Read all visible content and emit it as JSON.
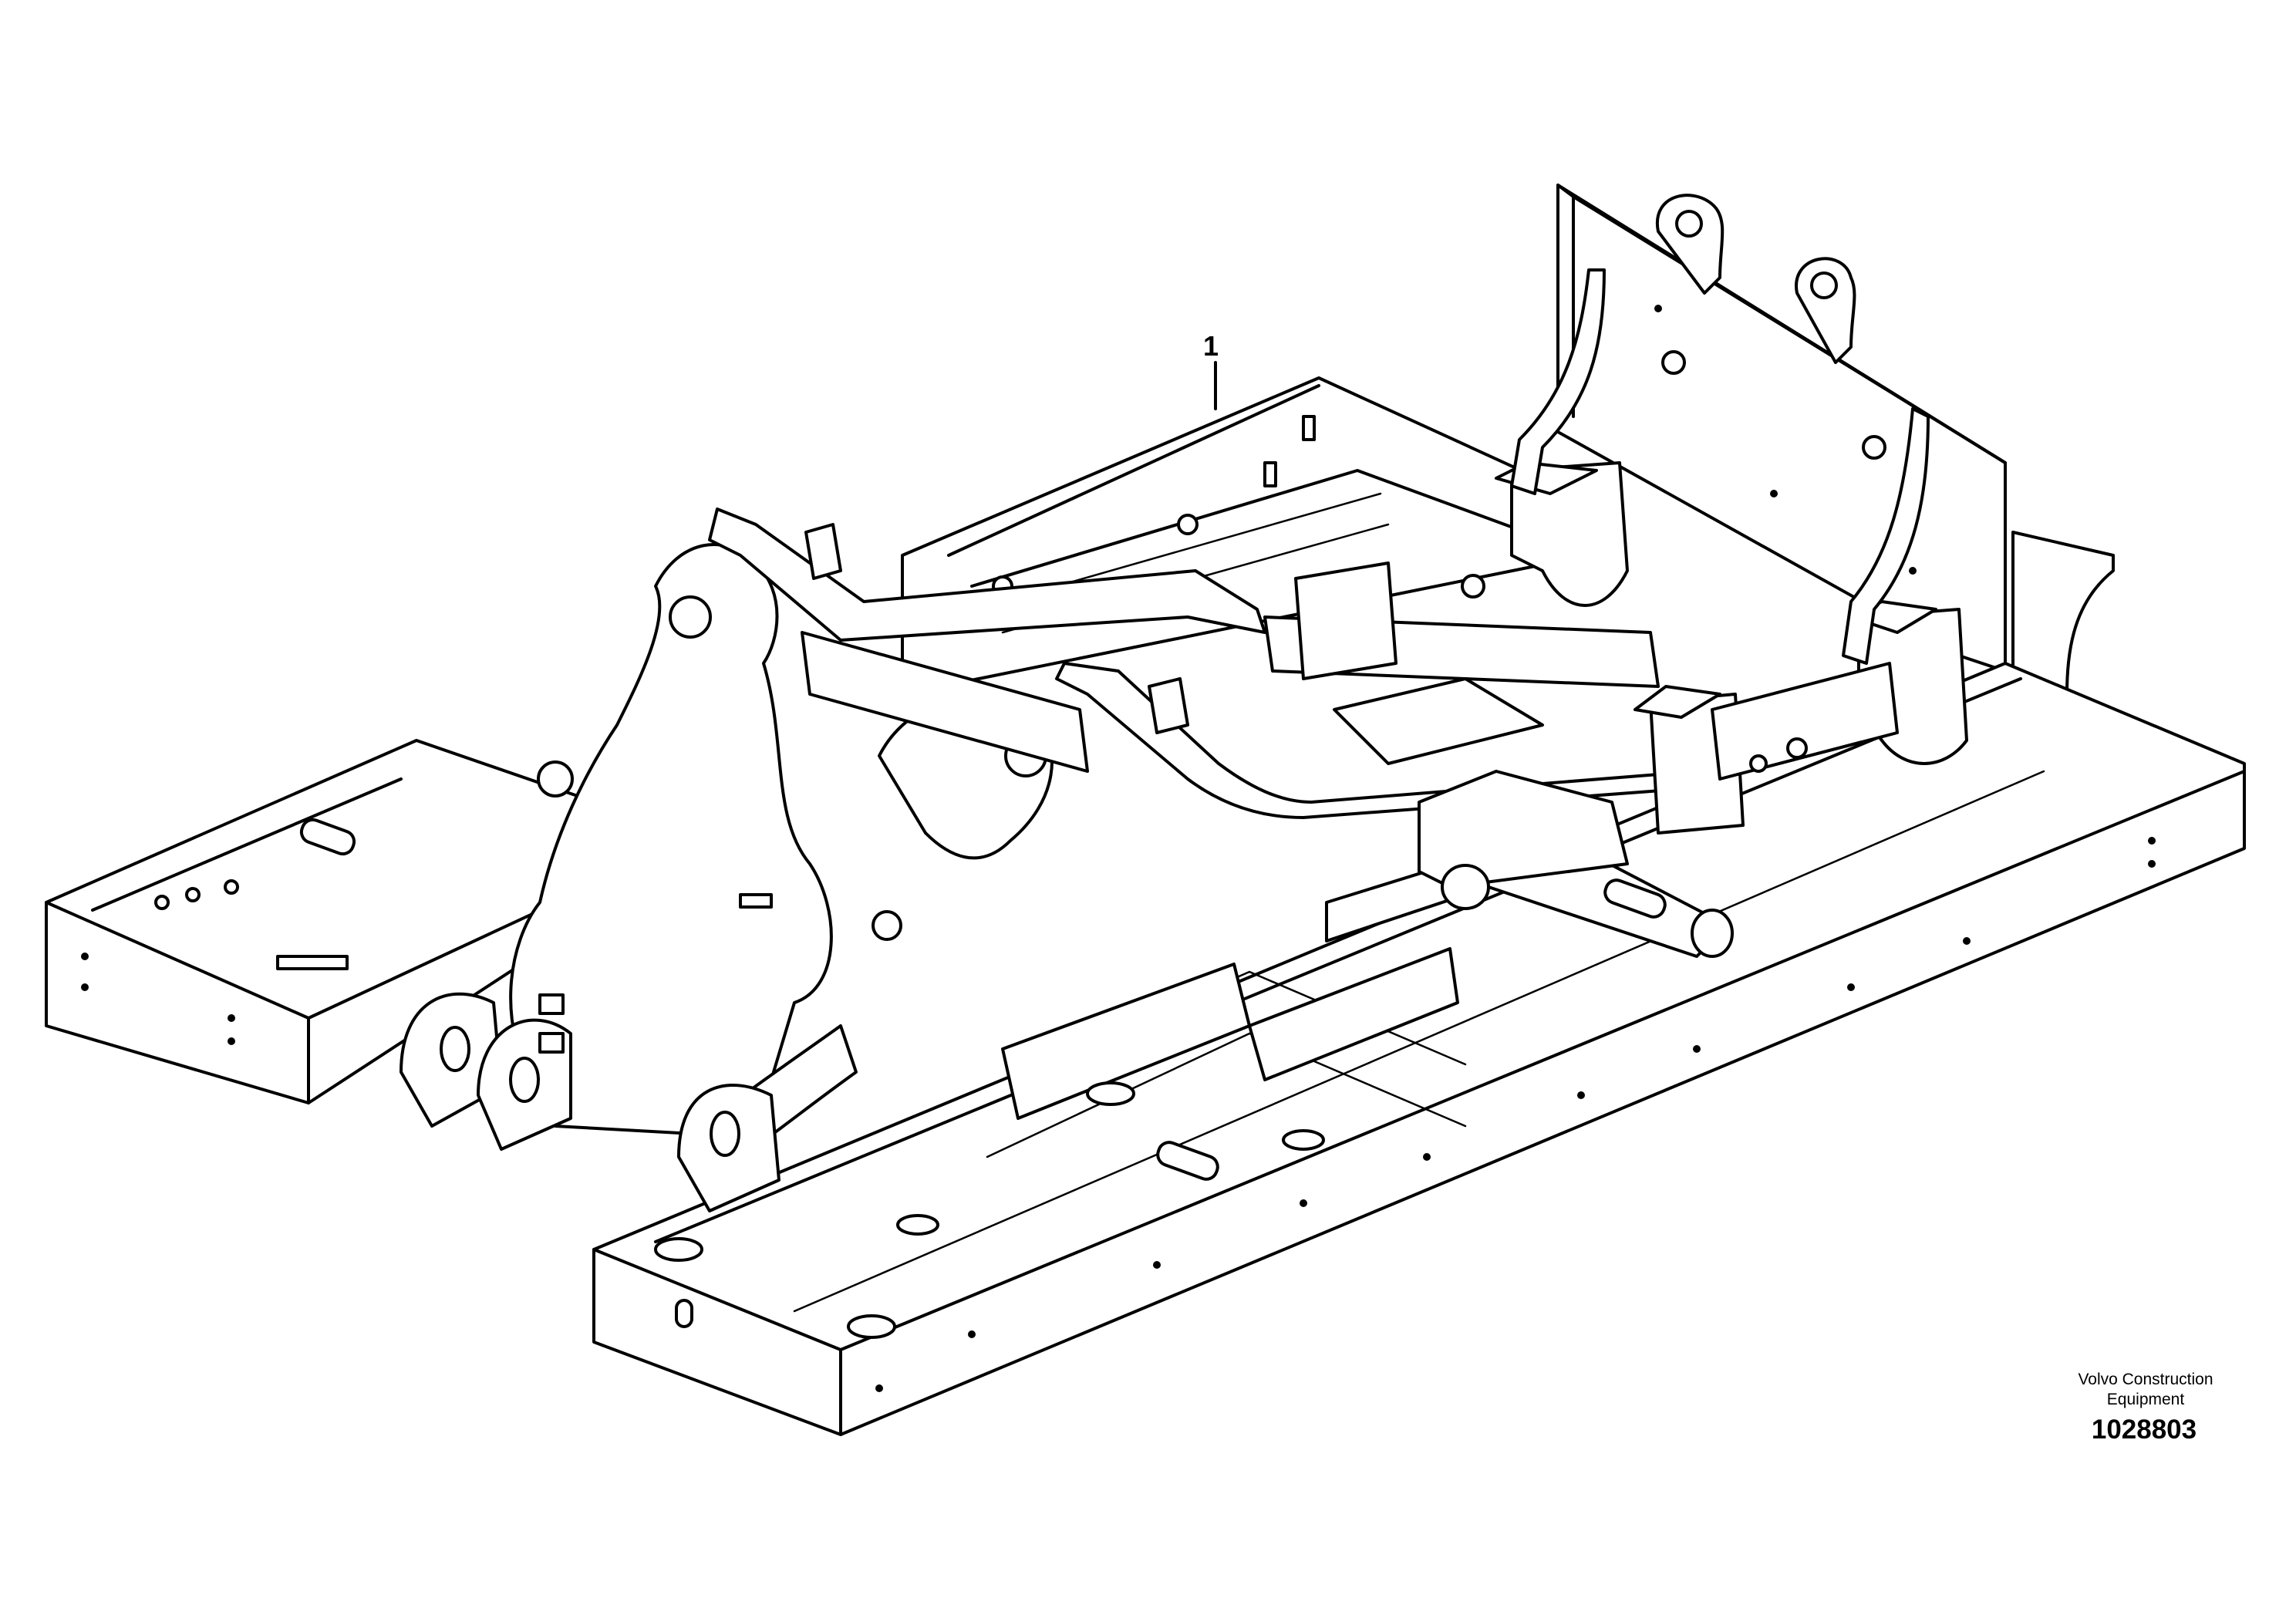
{
  "drawing": {
    "callouts": [
      {
        "label": "1"
      }
    ],
    "maker_line_1": "Volvo Construction",
    "maker_line_2": "Equipment",
    "drawing_number": "1028803"
  },
  "colors": {
    "line": "#000000",
    "background": "#ffffff"
  }
}
